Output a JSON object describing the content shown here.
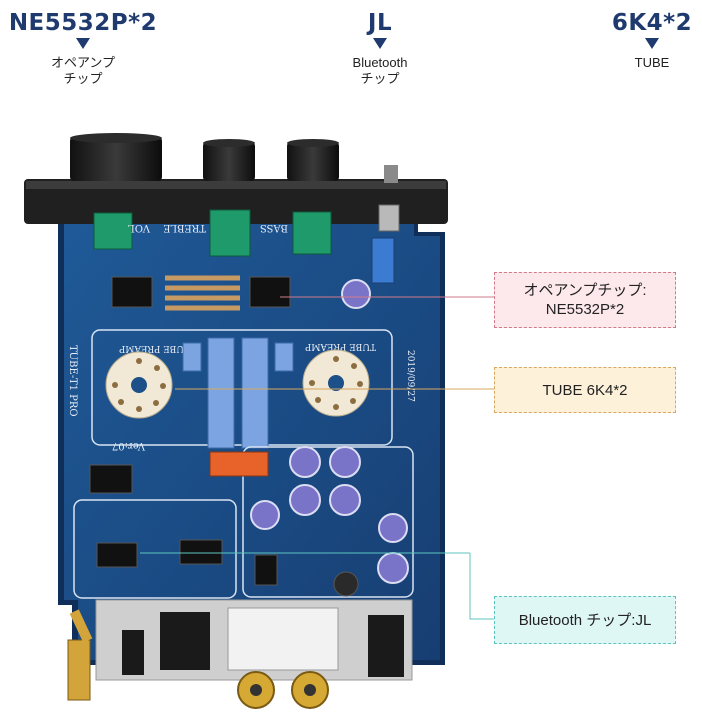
{
  "header": {
    "ne5532": {
      "title": "NE5532P*2",
      "subtitle_1": "オペアンプ",
      "subtitle_2": "チップ"
    },
    "jl": {
      "title": "JL",
      "subtitle_1": "Bluetooth",
      "subtitle_2": "チップ"
    },
    "tube": {
      "title": "6K4*2",
      "subtitle_1": "TUBE"
    }
  },
  "callouts": {
    "opamp": {
      "line_1": "オペアンプチップ:",
      "line_2": "NE5532P*2",
      "color": "#d27a8a"
    },
    "tube": {
      "label": "TUBE 6K4*2",
      "color": "#d8a860"
    },
    "bluetooth": {
      "label": "Bluetooth チップ:JL",
      "color": "#5dc6bf"
    }
  },
  "board": {
    "knob_vol": "VOL",
    "knob_treble": "TREBLE",
    "knob_bass": "BASS",
    "model": "TUBE-T1 PRO",
    "preamp_left": "TUBE PREAMP",
    "preamp_right": "TUBE PREAMP",
    "date": "2019/09/27",
    "version": "Ver:07",
    "pcb_color": "#1d4f88"
  }
}
